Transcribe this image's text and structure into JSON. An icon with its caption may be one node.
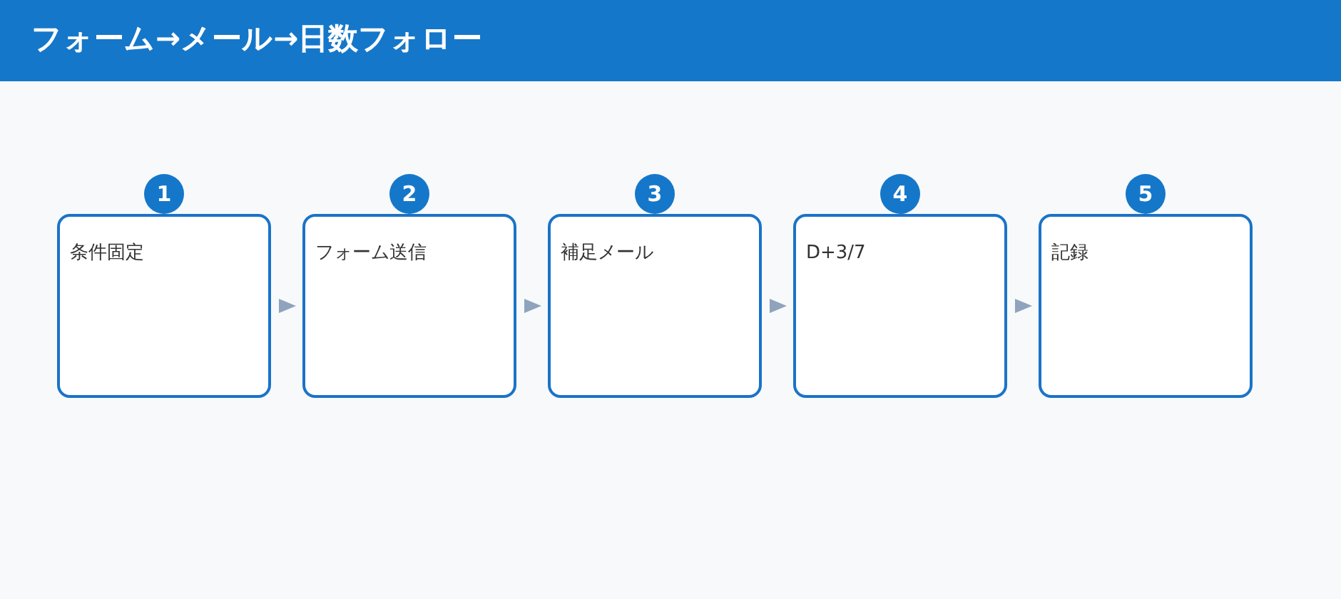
{
  "diagram": {
    "title": "フォーム→メール→日数フォロー",
    "nodes": [
      {
        "text": [
          "条件固定"
        ]
      },
      {
        "text": [
          "フォーム送信"
        ]
      },
      {
        "text": [
          "補足メール"
        ]
      },
      {
        "text": [
          "D+3/7"
        ]
      },
      {
        "text": [
          "記録"
        ]
      },
      {
        "text": [
          "1"
        ]
      },
      {
        "text": [
          "2"
        ]
      },
      {
        "text": [
          "3"
        ]
      },
      {
        "text": [
          "4"
        ]
      },
      {
        "text": [
          "5"
        ]
      }
    ],
    "edges": [
      {
        "from": 0,
        "to": 1,
        "arrow": "to"
      },
      {
        "from": 1,
        "to": 2,
        "arrow": "to"
      },
      {
        "from": 2,
        "to": 3,
        "arrow": "to"
      },
      {
        "from": 3,
        "to": 4,
        "arrow": "to"
      }
    ]
  }
}
